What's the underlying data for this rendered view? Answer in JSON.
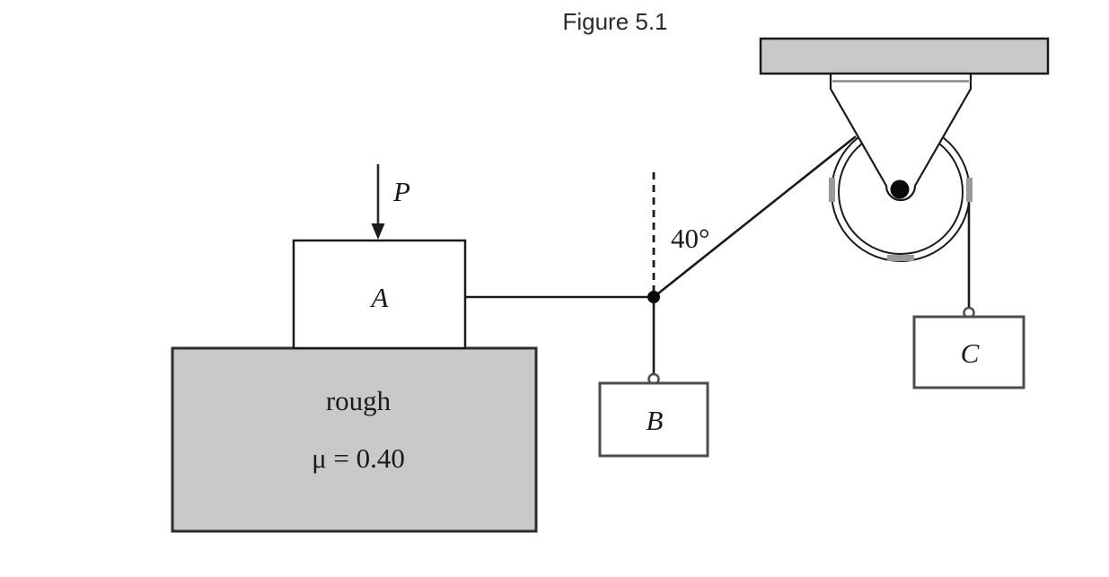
{
  "figure": {
    "title": "Figure 5.1"
  },
  "labels": {
    "applied_force": "P",
    "block_a": "A",
    "block_b": "B",
    "block_c": "C",
    "angle_from_vertical": "40°",
    "surface_texture": "rough",
    "friction_coefficient": "μ = 0.40"
  },
  "colors": {
    "background": "#ffffff",
    "line": "#1a1a1a",
    "surface_fill": "#c9c9c9",
    "ceiling_fill": "#c9c9c9",
    "gray_block_border": "#4d4d4d",
    "rope_groove_gray": "#9a9a9a",
    "text": "#1a1a1a"
  }
}
